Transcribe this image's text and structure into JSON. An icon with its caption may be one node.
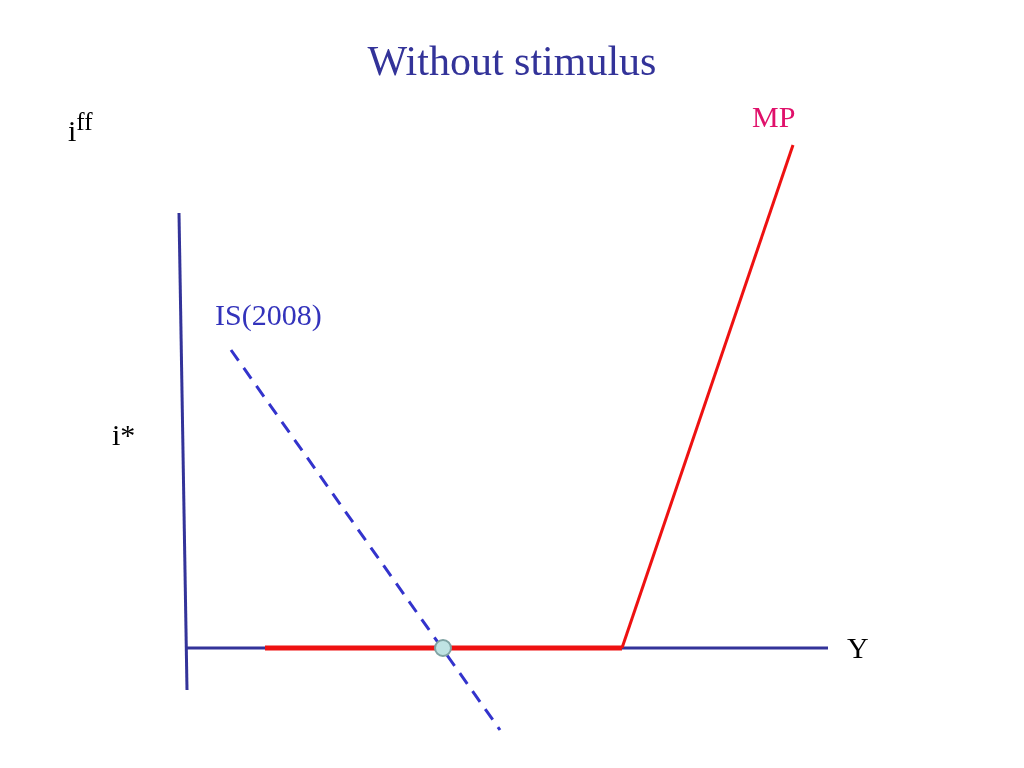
{
  "diagram": {
    "title": "Without stimulus",
    "labels": [
      "i$^{ff}$",
      "MP",
      "IS(2008)",
      "i*",
      "Y"
    ]
  }
}
